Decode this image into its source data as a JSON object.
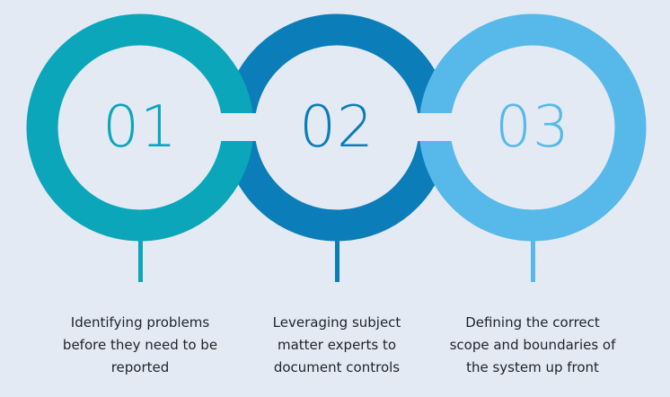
{
  "colors": {
    "background": "#e4eaf4",
    "step1": "#0ba6ba",
    "step2": "#0b7db9",
    "step3": "#57b9e9",
    "text": "#1f2328"
  },
  "steps": [
    {
      "number": "01",
      "caption_lines": [
        "Identifying problems",
        "before they need to be",
        "reported"
      ]
    },
    {
      "number": "02",
      "caption_lines": [
        "Leveraging subject",
        "matter experts to",
        "document controls"
      ]
    },
    {
      "number": "03",
      "caption_lines": [
        "Defining the correct",
        "scope and boundaries of",
        "the system up front"
      ]
    }
  ]
}
